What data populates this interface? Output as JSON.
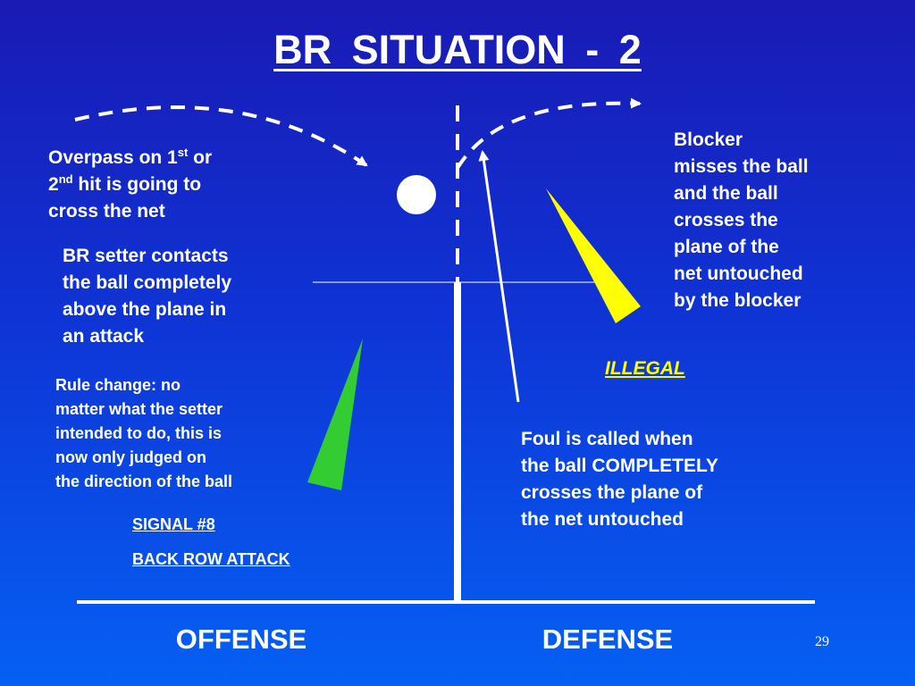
{
  "title": "BR  SITUATION  -  2",
  "overpass": {
    "line1_pre": "Overpass on 1",
    "line1_sup": "st",
    "line1_post": " or",
    "line2_pre": "2",
    "line2_sup": "nd",
    "line2_post": " hit is going to",
    "line3": "cross the net"
  },
  "setter_text": [
    "BR setter contacts",
    "the ball completely",
    "above the plane in",
    "an attack"
  ],
  "rule_change_text": [
    "Rule change: no",
    "matter what the setter",
    "intended to do, this is",
    "now only judged on",
    "the direction of the ball"
  ],
  "signal": "SIGNAL #8",
  "signal_name": "BACK ROW ATTACK",
  "blocker_text": [
    "Blocker",
    "misses the ball",
    "and the ball",
    "crosses the",
    "plane of the",
    "net untouched",
    "by the blocker"
  ],
  "illegal": "ILLEGAL",
  "foul_text": [
    "Foul is called when",
    "the ball COMPLETELY",
    "crosses the plane of",
    "the net untouched"
  ],
  "offense_label": "OFFENSE",
  "defense_label": "DEFENSE",
  "slide_number": "29",
  "colors": {
    "background_top": "#1a1ab4",
    "background_bottom": "#0560f4",
    "text": "#ffffff",
    "highlight": "#ffff00",
    "green_pointer": "#33cc33",
    "yellow_pointer": "#ffff00"
  }
}
